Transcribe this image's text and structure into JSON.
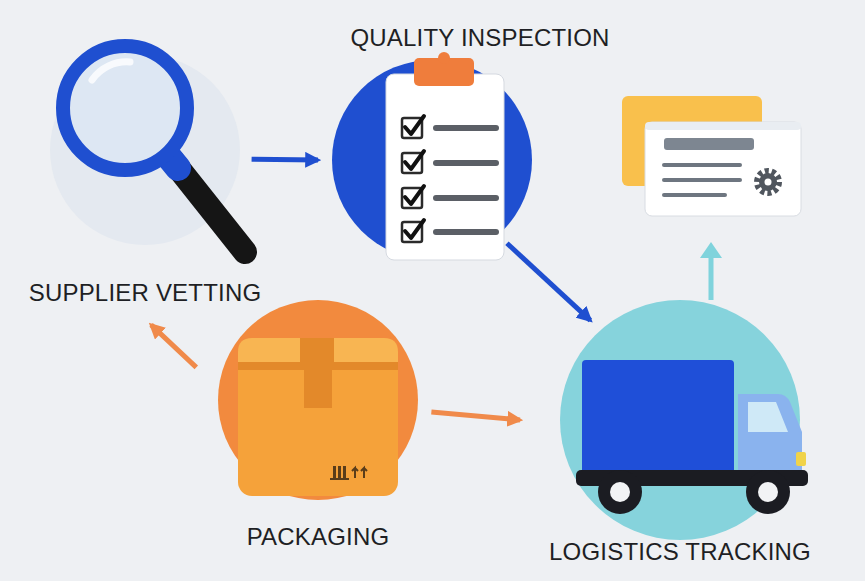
{
  "diagram": {
    "nodes": [
      {
        "text": [
          "SUPPLIER VETTING"
        ]
      },
      {
        "text": [
          "QUALITY INSPECTION"
        ]
      },
      {
        "text": [
          "PACKAGING"
        ]
      },
      {
        "text": [
          "LOGISTICS TRACKING"
        ]
      }
    ],
    "edges": [
      {
        "from": 0,
        "to": 1,
        "arrow": "to"
      },
      {
        "from": 1,
        "to": 3,
        "arrow": "to"
      },
      {
        "from": 2,
        "to": 0,
        "arrow": "to"
      },
      {
        "from": 2,
        "to": 3,
        "arrow": "to"
      }
    ]
  }
}
